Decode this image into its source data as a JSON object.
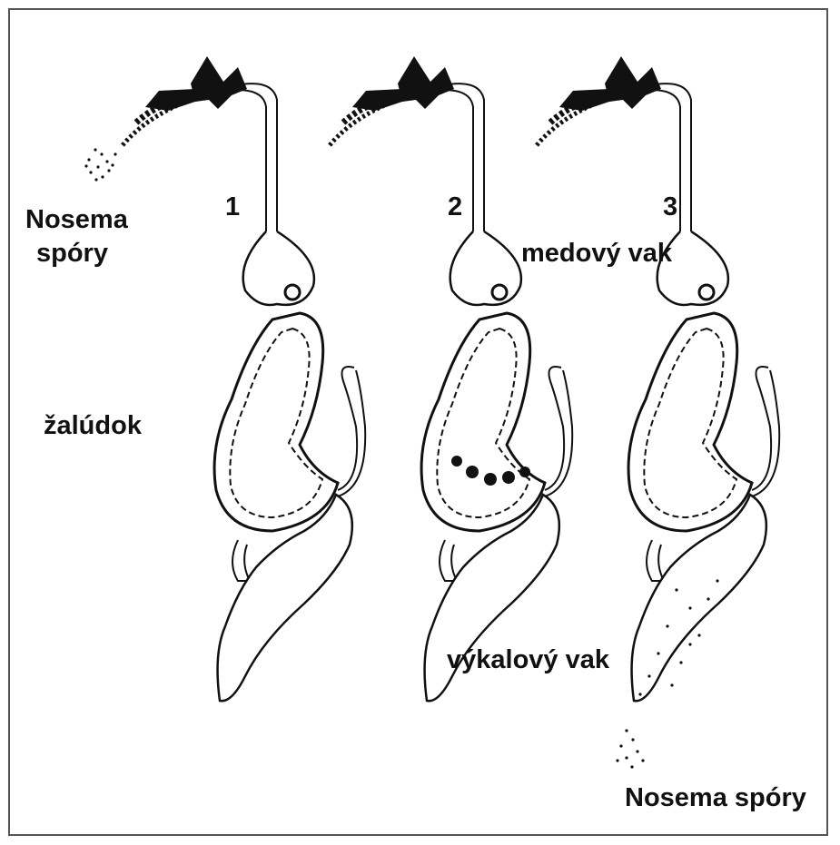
{
  "labels": {
    "spores_top": [
      "Nosema",
      "spóry"
    ],
    "stomach": "žalúdok",
    "honey_sac": "medový vak",
    "fecal_sac": "výkalový vak",
    "spores_bottom": "Nosema spóry"
  },
  "stages": [
    "1",
    "2",
    "3"
  ],
  "colors": {
    "ink": "#111111",
    "background": "#ffffff",
    "frame": "#555555"
  }
}
